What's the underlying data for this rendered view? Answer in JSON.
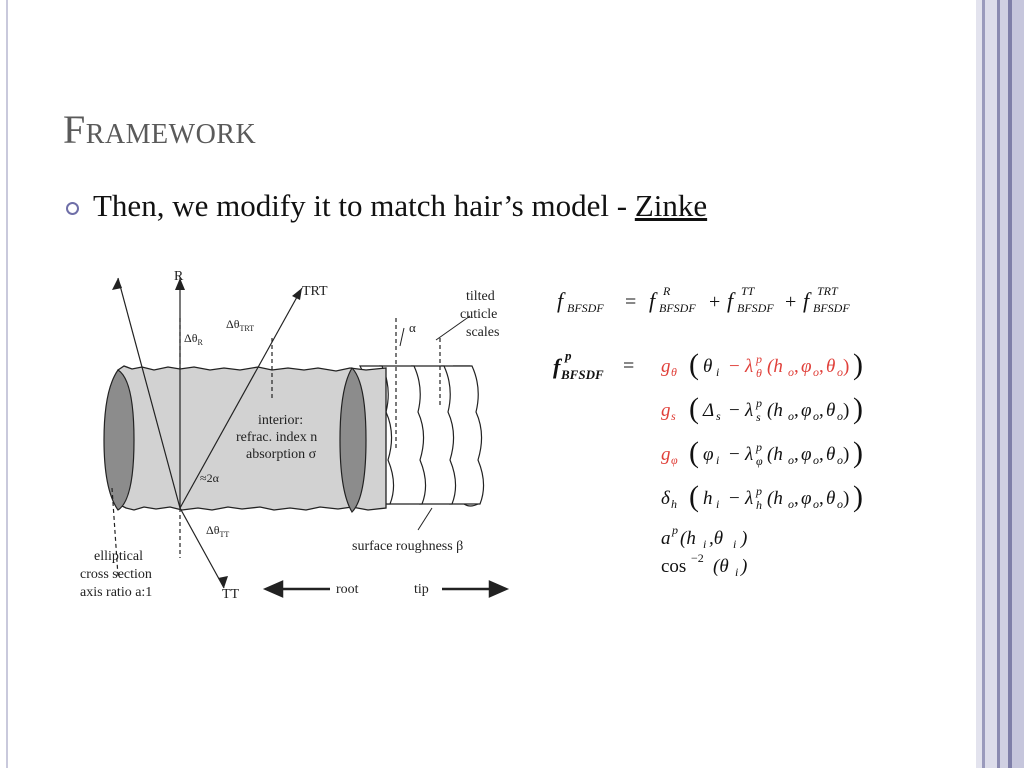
{
  "slide": {
    "title": "Framework",
    "bullet": {
      "text": "Then, we modify it to match hair’s model - ",
      "link": "Zinke"
    }
  },
  "figure": {
    "labels": {
      "r": "R",
      "trt": "TRT",
      "tt": "TT",
      "delta_r": "Δθ",
      "delta_r_sub": "R",
      "delta_trt": "Δθ",
      "delta_trt_sub": "TRT",
      "delta_tt": "Δθ",
      "delta_tt_sub": "TT",
      "tilted_1": "tilted",
      "tilted_2": "cuticle",
      "tilted_3": "scales",
      "alpha": "α",
      "two_alpha": "≈2α",
      "interior_1": "interior:",
      "interior_2": "refrac. index n",
      "interior_3": "absorption σ",
      "elliptical_1": "elliptical",
      "elliptical_2": "cross section",
      "elliptical_3": "axis ratio a:1",
      "roughness": "surface roughness β",
      "root": "root",
      "tip": "tip"
    }
  },
  "equations": {
    "top": {
      "lhs": "f",
      "lhs_sub": "BFSDF",
      "t1_sup": "R",
      "t2_sup": "TT",
      "t3_sup": "TRT",
      "sub": "BFSDF",
      "eq": "=",
      "plus": "+"
    },
    "bottom": {
      "lhs": "f",
      "lhs_sup": "p",
      "lhs_sub": "BFSDF",
      "eq": "=",
      "rows": [
        {
          "fn": "g",
          "fn_sub": "θ",
          "fn_red": true,
          "arg": "θ",
          "arg_sub": "i",
          "minus": "−",
          "lam": "λ",
          "lam_sup": "p",
          "lam_sub": "θ",
          "tail": "(h",
          "tail_red": true
        },
        {
          "fn": "g",
          "fn_sub": "s",
          "fn_red": true,
          "arg": "Δ",
          "arg_sub": "s",
          "minus": "−",
          "lam": "λ",
          "lam_sup": "p",
          "lam_sub": "s",
          "tail": "(h",
          "tail_red": false
        },
        {
          "fn": "g",
          "fn_sub": "φ",
          "fn_red": true,
          "arg": "φ",
          "arg_sub": "i",
          "minus": "−",
          "lam": "λ",
          "lam_sup": "p",
          "lam_sub": "φ",
          "tail": "(h",
          "tail_red": false
        },
        {
          "fn": "δ",
          "fn_sub": "h",
          "fn_red": false,
          "arg": "h",
          "arg_sub": "i",
          "minus": "−",
          "lam": "λ",
          "lam_sup": "p",
          "lam_sub": "h",
          "tail": "(h",
          "tail_red": false
        }
      ],
      "args_o": "o",
      "phi": "φ",
      "theta": "θ",
      "comma": ",",
      "close": ")",
      "a_row": {
        "a": "a",
        "sup": "p",
        "open": "(h",
        "h_sub": "i",
        "mid": ",θ",
        "t_sub": "i",
        "close": ")"
      },
      "cos_row": {
        "cos": "cos",
        "sup": "−2",
        "open": "(θ",
        "sub": "i",
        "close": ")"
      }
    }
  },
  "colors": {
    "accent": "#6f6fa8",
    "title": "#5a5a5a",
    "red": "#e0403a",
    "stripe_light": "#d5d5e6",
    "stripe_dark": "#8a8ab0"
  }
}
